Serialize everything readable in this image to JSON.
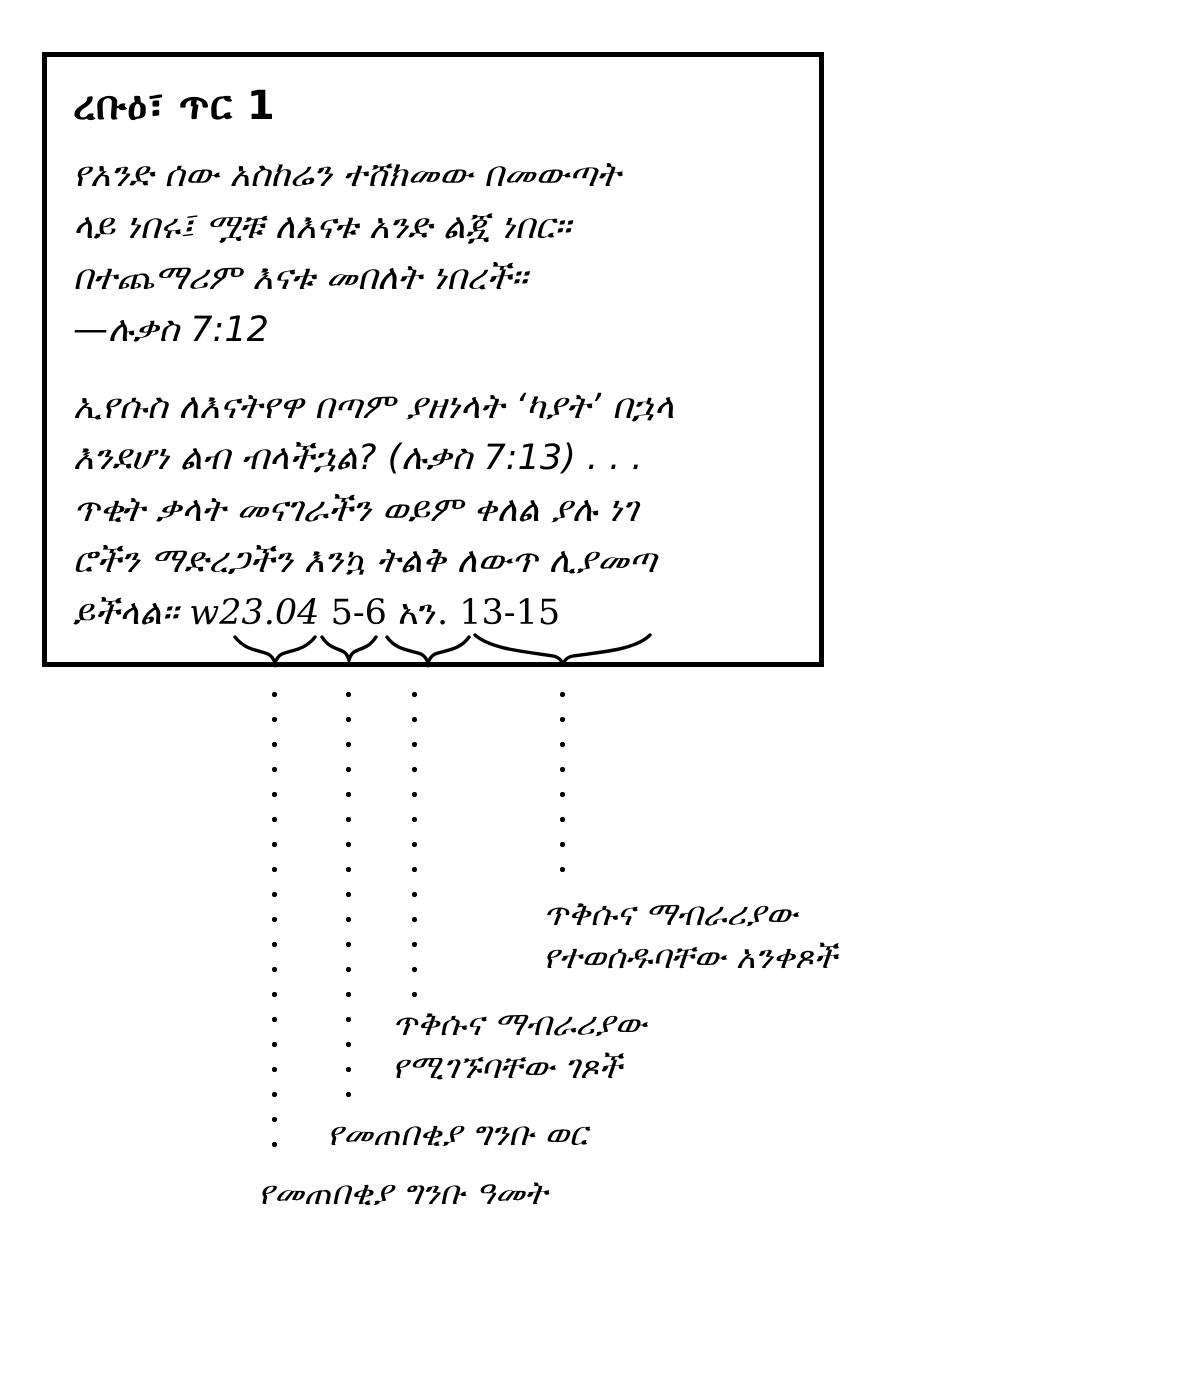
{
  "document": {
    "type": "annotated-daily-text-excerpt",
    "language": "Amharic",
    "ink_color": "#000000",
    "page_color": "#ffffff"
  },
  "text_box": {
    "title": "ረቡዕ፣ ጥር 1",
    "scripture_paragraph": {
      "lines": [
        "የአንድ ሰው አስከሬን ተሸክመው በመውጣት",
        "ላይ ነበሩ፤ ሟቹ ለእናቱ አንድ ልጇ ነበር።",
        "በተጨማሪም እናቱ መበለት ነበረች።",
        "—ሉቃስ 7:12"
      ],
      "verse_reference": "—ሉቃስ 7:12"
    },
    "comment_paragraph": {
      "lines": [
        "ኢየሱስ ለእናትየዋ በጣም ያዘነላት ‘ካያት’ በኋላ",
        "እንደሆነ ልብ ብላችኋል? (ሉቃስ 7:13) . . .",
        "ጥቂት ቃላት መናገራችን ወይም ቀለል ያሉ ነገ",
        "ሮችን ማድረጋችን እንኳ ትልቅ ለውጥ ሊያመጣ",
        "ይችላል።"
      ],
      "inline_reference": "(ሉቃስ 7:13)",
      "ellipsis": ". . ."
    },
    "citation": {
      "full": "w23.04 5-6 አን. 13-15",
      "tokens": [
        {
          "id": "publication",
          "text": "w23.04"
        },
        {
          "id": "pages",
          "text": "5-6"
        },
        {
          "id": "paragraph-marker",
          "text": "አን."
        },
        {
          "id": "paragraph-numbers",
          "text": "13-15"
        }
      ]
    }
  },
  "callouts": [
    {
      "id": "callout-paragraph-numbers",
      "source_token": "13-15",
      "lines": [
        "ጥቅሱና ማብራሪያው",
        "የተወሰዱባቸው አንቀጾች"
      ]
    },
    {
      "id": "callout-pages",
      "source_token": "5-6",
      "lines": [
        "ጥቅሱና ማብራሪያው",
        "የሚገኙባቸው ገጾች"
      ]
    },
    {
      "id": "callout-month",
      "source_token": ".04",
      "lines": [
        "የመጠበቂያ ግንቡ ወር"
      ]
    },
    {
      "id": "callout-year",
      "source_token": "w23",
      "lines": [
        "የመጠበቂያ ግንቡ ዓመት"
      ]
    }
  ]
}
